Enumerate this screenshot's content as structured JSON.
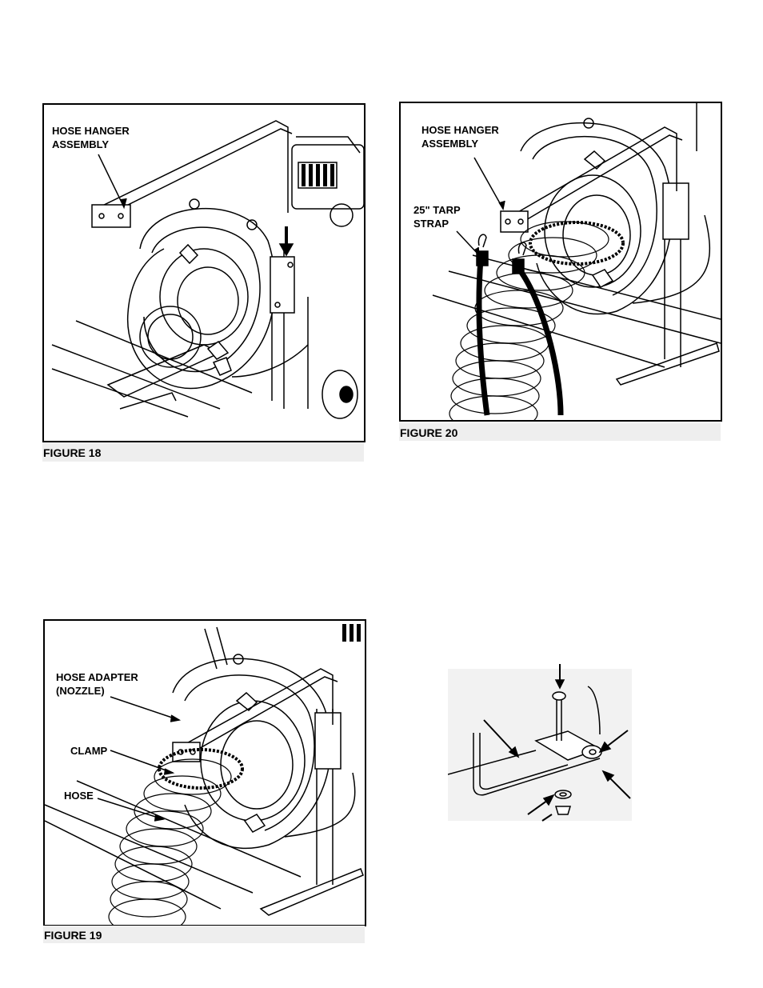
{
  "figures": {
    "fig18": {
      "caption": "FIGURE 18",
      "callout_hanger": "HOSE HANGER\nASSEMBLY"
    },
    "fig20": {
      "caption": "FIGURE 20",
      "callout_hanger": "HOSE HANGER\nASSEMBLY",
      "callout_strap": "25\" TARP\nSTRAP"
    },
    "fig19": {
      "caption": "FIGURE 19",
      "callout_adapter": "HOSE ADAPTER\n(NOZZLE)",
      "callout_clamp": "CLAMP",
      "callout_hose": "HOSE"
    }
  }
}
